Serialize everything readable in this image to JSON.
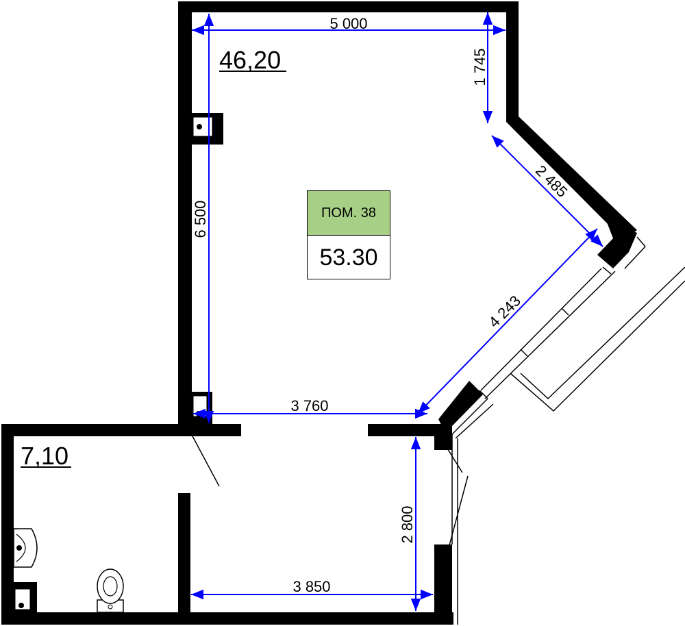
{
  "room": {
    "label": "ПОМ. 38",
    "area": "53.30"
  },
  "areas": {
    "main": "46,20",
    "bathroom": "7,10"
  },
  "dimensions": {
    "top_width": "5 000",
    "right_upper": "1 745",
    "diag_short": "2 485",
    "diag_long": "4 243",
    "left_height": "6 500",
    "mid_width": "3 760",
    "lower_height": "2 800",
    "bottom_width": "3 850"
  },
  "colors": {
    "label_fill": "#a8cf86",
    "dimension_line": "#0000ff",
    "wall": "#000000"
  }
}
